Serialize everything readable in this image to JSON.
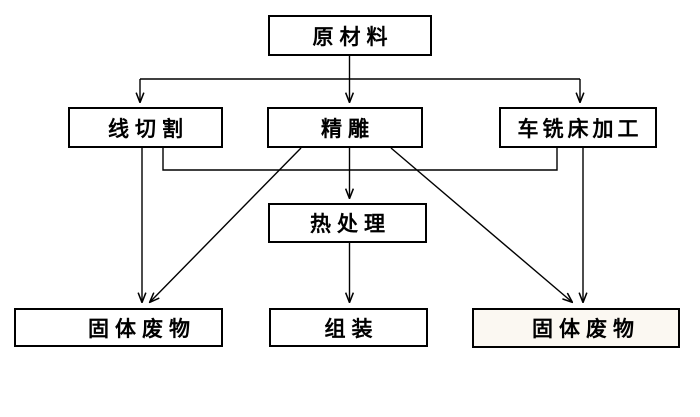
{
  "diagram": {
    "title": "process-flow-diagram",
    "background_color": "#ffffff",
    "line_color": "#000000",
    "box_border_color": "#000000",
    "highlight_fill": "#fbf8f2",
    "nodes": [
      {
        "id": "raw-material",
        "label": "原材料",
        "fill": "#ffffff"
      },
      {
        "id": "wire-cutting",
        "label": "线切割",
        "fill": "#ffffff"
      },
      {
        "id": "fine-engraving",
        "label": "精雕",
        "fill": "#ffffff"
      },
      {
        "id": "lathe-milling",
        "label": "车铣床加工",
        "fill": "#ffffff"
      },
      {
        "id": "heat-treatment",
        "label": "热处理",
        "fill": "#ffffff"
      },
      {
        "id": "solid-waste-left",
        "label": "固体废物",
        "fill": "#ffffff"
      },
      {
        "id": "assembly",
        "label": "组装",
        "fill": "#ffffff"
      },
      {
        "id": "solid-waste-right",
        "label": "固体废物",
        "fill": "#fbf8f2"
      }
    ],
    "edges": [
      {
        "from": "raw-material",
        "to": "wire-cutting",
        "style": "arrow"
      },
      {
        "from": "raw-material",
        "to": "fine-engraving",
        "style": "arrow"
      },
      {
        "from": "raw-material",
        "to": "lathe-milling",
        "style": "arrow"
      },
      {
        "from": "wire-cutting",
        "to": "solid-waste-left",
        "style": "arrow"
      },
      {
        "from": "wire-cutting",
        "to": "heat-treatment",
        "style": "collector-line"
      },
      {
        "from": "fine-engraving",
        "to": "heat-treatment",
        "style": "arrow"
      },
      {
        "from": "fine-engraving",
        "to": "solid-waste-left",
        "style": "diagonal-arrow"
      },
      {
        "from": "fine-engraving",
        "to": "solid-waste-right",
        "style": "diagonal-arrow"
      },
      {
        "from": "lathe-milling",
        "to": "heat-treatment",
        "style": "collector-line"
      },
      {
        "from": "lathe-milling",
        "to": "solid-waste-right",
        "style": "arrow"
      },
      {
        "from": "heat-treatment",
        "to": "assembly",
        "style": "arrow"
      }
    ]
  }
}
